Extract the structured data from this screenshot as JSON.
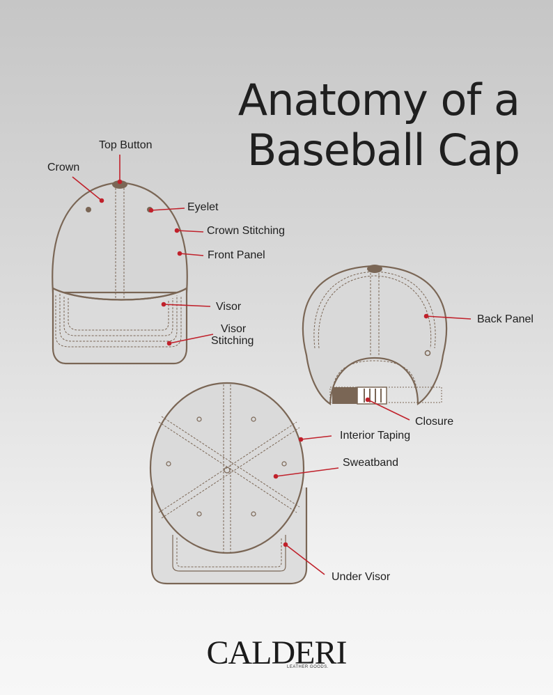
{
  "title": {
    "line1": "Anatomy of a",
    "line2": "Baseball Cap"
  },
  "labels": {
    "top_button": "Top Button",
    "crown": "Crown",
    "eyelet": "Eyelet",
    "crown_stitching": "Crown Stitching",
    "front_panel": "Front Panel",
    "visor": "Visor",
    "visor_stitching_1": "Visor",
    "visor_stitching_2": "Stitching",
    "back_panel": "Back Panel",
    "closure": "Closure",
    "interior_taping": "Interior Taping",
    "sweatband": "Sweatband",
    "under_visor": "Under Visor"
  },
  "brand": {
    "name": "CALDERI",
    "tagline": "LEATHER GOODS."
  },
  "colors": {
    "outline": "#7a6655",
    "stitch": "#8b7766",
    "fill": "#dadada",
    "accent_red": "#c0212b",
    "button": "#7a6655"
  }
}
